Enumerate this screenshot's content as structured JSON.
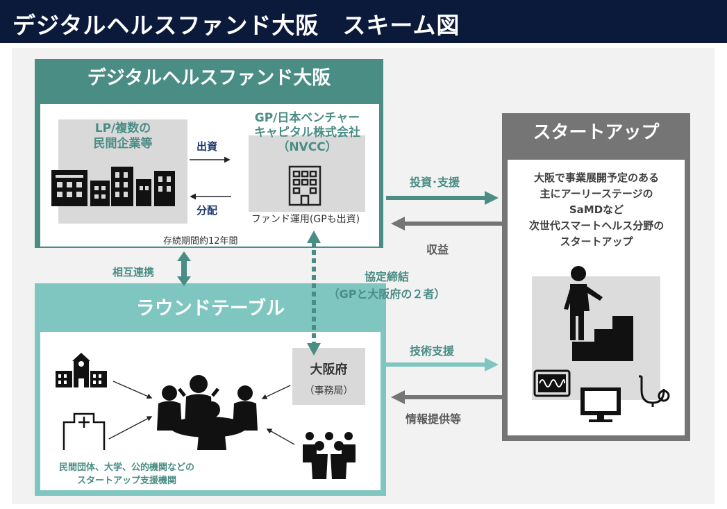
{
  "title": "デジタルヘルスファンド大阪　スキーム図",
  "fund": {
    "title": "デジタルヘルスファンド大阪",
    "lp_label": "LP/複数の\n民間企業等",
    "gp_label": "GP/日本ベンチャー\nキャピタル株式会社\n（NVCC）",
    "gp_sub": "ファンド運用(GPも出資)",
    "invest_label": "出資",
    "dist_label": "分配",
    "duration": "存続期間約12年間"
  },
  "startup": {
    "title": "スタートアップ",
    "description": "大阪で事業展開予定のある\n主にアーリーステージの\nSaMDなど\n次世代スマートヘルス分野の\nスタートアップ"
  },
  "round_table": {
    "title": "ラウンドテーブル",
    "osaka_label": "大阪府",
    "osaka_sub": "（事務局）",
    "caption": "民間団体、大学、公的機関などの\nスタートアップ支援機関"
  },
  "flows": {
    "mutual": "相互連携",
    "agreement": "協定締結\n（GPと大阪府の２者）",
    "invest_support": "投資･支援",
    "returns": "収益",
    "tech_support": "技術支援",
    "info": "情報提供等"
  },
  "colors": {
    "navy": "#0b1a3b",
    "teal_dark": "#4a8d85",
    "teal_light": "#7fc6c0",
    "gray_dark": "#757575",
    "panel_gray": "#d9d9d9"
  }
}
